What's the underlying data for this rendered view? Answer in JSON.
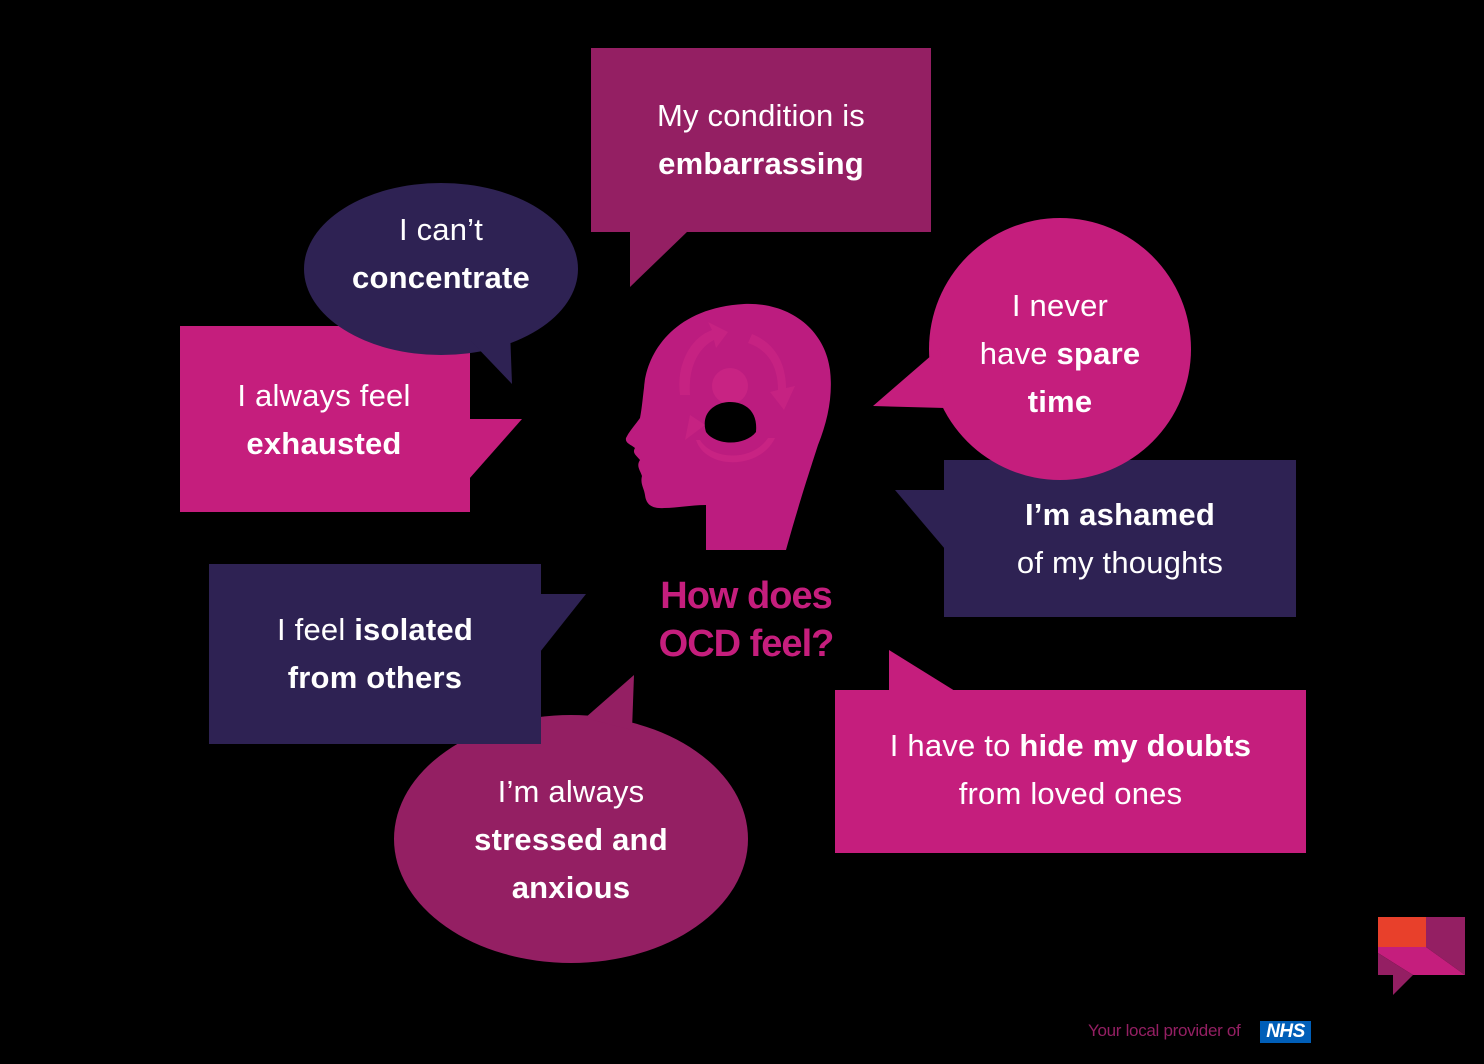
{
  "colors": {
    "background": "#000000",
    "plum": "#941F63",
    "magenta": "#C51E7D",
    "navy": "#2E2253",
    "head": "#BC1C7F",
    "head_symbol": "#C82383",
    "title": "#C51E7D",
    "logo_orange": "#E8402B",
    "nhs_blue": "#005EB8",
    "footer_text": "#941F63"
  },
  "title": {
    "line1": "How does",
    "line2": "OCD feel?"
  },
  "bubbles": [
    {
      "id": "embarrassing",
      "shape": "rectangle",
      "color": "plum",
      "lines": [
        [
          {
            "t": "My condition is",
            "b": false
          }
        ],
        [
          {
            "t": "embarrassing",
            "b": true
          }
        ]
      ]
    },
    {
      "id": "concentrate",
      "shape": "ellipse",
      "color": "navy",
      "lines": [
        [
          {
            "t": "I can’t",
            "b": false
          }
        ],
        [
          {
            "t": "concentrate",
            "b": true
          }
        ]
      ]
    },
    {
      "id": "exhausted",
      "shape": "rectangle",
      "color": "magenta",
      "lines": [
        [
          {
            "t": "I always feel",
            "b": false
          }
        ],
        [
          {
            "t": "exhausted",
            "b": true
          }
        ]
      ]
    },
    {
      "id": "spare-time",
      "shape": "circle",
      "color": "magenta",
      "lines": [
        [
          {
            "t": "I never",
            "b": false
          }
        ],
        [
          {
            "t": "have ",
            "b": false
          },
          {
            "t": "spare",
            "b": true
          }
        ],
        [
          {
            "t": "time",
            "b": true
          }
        ]
      ]
    },
    {
      "id": "ashamed",
      "shape": "rectangle",
      "color": "navy",
      "lines": [
        [
          {
            "t": "I’m ashamed",
            "b": true
          }
        ],
        [
          {
            "t": "of my thoughts",
            "b": false
          }
        ]
      ]
    },
    {
      "id": "isolated",
      "shape": "rectangle",
      "color": "navy",
      "lines": [
        [
          {
            "t": "I feel ",
            "b": false
          },
          {
            "t": "isolated",
            "b": true
          }
        ],
        [
          {
            "t": "from others",
            "b": true
          }
        ]
      ]
    },
    {
      "id": "stressed",
      "shape": "ellipse",
      "color": "plum",
      "lines": [
        [
          {
            "t": "I’m always",
            "b": false
          }
        ],
        [
          {
            "t": "stressed and",
            "b": true
          }
        ],
        [
          {
            "t": "anxious",
            "b": true
          }
        ]
      ]
    },
    {
      "id": "hide-doubts",
      "shape": "rectangle",
      "color": "magenta",
      "lines": [
        [
          {
            "t": "I have to ",
            "b": false
          },
          {
            "t": "hide my doubts",
            "b": true
          }
        ],
        [
          {
            "t": "from loved ones",
            "b": false
          }
        ]
      ]
    }
  ],
  "icons": {
    "head": "head-profile-with-cycle-arrows-icon",
    "logo": "speech-bubble-logo-icon"
  },
  "footer": {
    "text": "Your local provider of",
    "badge": "NHS"
  }
}
